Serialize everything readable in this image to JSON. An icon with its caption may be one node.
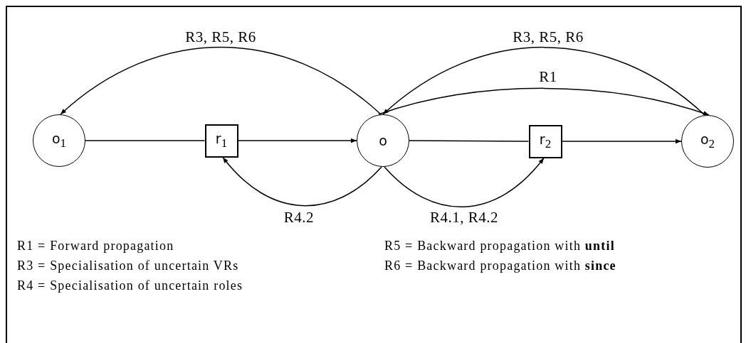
{
  "diagram": {
    "nodes": [
      {
        "text": [
          "o$_{1}$"
        ]
      },
      {
        "text": [
          "r$_{1}$"
        ]
      },
      {
        "text": [
          "o"
        ]
      },
      {
        "text": [
          "r$_{2}$"
        ]
      },
      {
        "text": [
          "o$_{2}$"
        ]
      }
    ],
    "edges": [
      {
        "from": 0,
        "to": 1,
        "arrow": "none"
      },
      {
        "from": 1,
        "to": 2,
        "arrow": "to"
      },
      {
        "from": 2,
        "to": 3,
        "arrow": "none"
      },
      {
        "from": 3,
        "to": 4,
        "arrow": "to"
      },
      {
        "from": 2,
        "to": 0,
        "arrow": "to",
        "label": "R3, R5, R6"
      },
      {
        "from": 4,
        "to": 2,
        "arrow": "to",
        "label": "R3, R5, R6"
      },
      {
        "from": 2,
        "to": 4,
        "arrow": "to",
        "label": "R1"
      },
      {
        "from": 2,
        "to": 1,
        "arrow": "to",
        "label": "R4.2"
      },
      {
        "from": 2,
        "to": 3,
        "arrow": "to",
        "label": "R4.1, R4.2"
      }
    ],
    "labels": [
      "R1 = Forward propagation",
      "R5 = Backward propagation with **until**",
      "R3 = Specialisation of uncertain VRs",
      "R6 = Backward propagation with **since**",
      "R4 = Specialisation of uncertain roles"
    ]
  }
}
